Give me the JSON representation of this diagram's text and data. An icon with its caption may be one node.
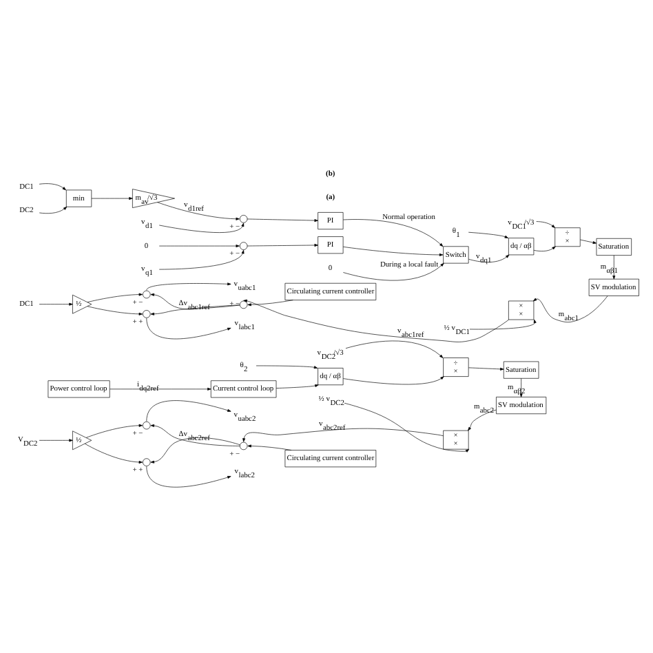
{
  "diagram": {
    "nodes": [
      {
        "text": [
          "min"
        ]
      },
      {
        "text": [
          "m$_{av}$/√3"
        ]
      },
      {
        "text": [],
        "shape": "circle",
        "beside": [
          "+",
          "−"
        ]
      },
      {
        "text": [
          "PI"
        ]
      },
      {
        "text": [],
        "shape": "circle",
        "beside": [
          "+",
          "−"
        ]
      },
      {
        "text": [
          "PI"
        ]
      },
      {
        "text": [
          "0"
        ]
      },
      {
        "text": [
          "Switch"
        ]
      },
      {
        "text": [
          "dq / αβ"
        ]
      },
      {
        "text": [
          "÷",
          "×"
        ]
      },
      {
        "text": [
          "Saturation"
        ]
      },
      {
        "text": [
          "SV modulation"
        ]
      },
      {
        "text": [
          "×",
          "×"
        ]
      },
      {
        "text": [
          "Circulating current controller"
        ]
      },
      {
        "text": [],
        "shape": "circle",
        "beside": [
          "+",
          "−"
        ]
      },
      {
        "text": [],
        "shape": "circle",
        "beside": [
          "+",
          "−"
        ]
      },
      {
        "text": [],
        "shape": "circle",
        "beside": [
          "+",
          "+"
        ]
      },
      {
        "text": [
          "½"
        ]
      },
      {
        "text": [
          "Power control loop"
        ]
      },
      {
        "text": [
          "Current control loop"
        ]
      },
      {
        "text": [
          "dq / αβ"
        ]
      },
      {
        "text": [
          "÷",
          "×"
        ]
      },
      {
        "text": [
          "Saturation"
        ]
      },
      {
        "text": [
          "SV modulation"
        ]
      },
      {
        "text": [
          "×",
          "×"
        ]
      },
      {
        "text": [
          "Circulating current controller"
        ]
      },
      {
        "text": [],
        "shape": "circle",
        "beside": [
          "+",
          "−"
        ]
      },
      {
        "text": [],
        "shape": "circle",
        "beside": [
          "+",
          "−"
        ]
      },
      {
        "text": [],
        "shape": "circle",
        "beside": [
          "+",
          "+"
        ]
      },
      {
        "text": [
          "½"
        ]
      },
      {
        "text": [
          "DC1"
        ]
      },
      {
        "text": [
          "DC2"
        ]
      },
      {
        "text": [
          "v$_{d1}$"
        ]
      },
      {
        "text": [
          "0"
        ]
      },
      {
        "text": [
          "v$_{q1}$"
        ]
      },
      {
        "text": [
          "θ$_{1}$"
        ]
      },
      {
        "text": [
          "v$_{DC1}$/√3"
        ]
      },
      {
        "text": [
          "½ v$_{DC1}$"
        ]
      },
      {
        "text": [
          "DC1"
        ]
      },
      {
        "text": [
          "v$_{uabc1}$"
        ]
      },
      {
        "text": [
          "v$_{labc1}$"
        ]
      },
      {
        "text": [
          "θ$_{2}$"
        ]
      },
      {
        "text": [
          "v$_{DC2}$/√3"
        ]
      },
      {
        "text": [
          "½ v$_{DC2}$"
        ]
      },
      {
        "text": [
          "V$_{DC2}$"
        ]
      },
      {
        "text": [
          "v$_{uabc2}$"
        ]
      },
      {
        "text": [
          "v$_{labc2}$"
        ]
      }
    ],
    "edges": [
      {
        "from": 30,
        "to": 0,
        "arrow": "to"
      },
      {
        "from": 31,
        "to": 0,
        "arrow": "to"
      },
      {
        "from": 0,
        "to": 1,
        "arrow": "to"
      },
      {
        "from": 1,
        "to": 2,
        "arrow": "to",
        "label": "v$_{d1ref}$"
      },
      {
        "from": 32,
        "to": 2,
        "arrow": "to"
      },
      {
        "from": 2,
        "to": 3,
        "arrow": "to"
      },
      {
        "from": 33,
        "to": 4,
        "arrow": "to"
      },
      {
        "from": 34,
        "to": 4,
        "arrow": "to"
      },
      {
        "from": 4,
        "to": 5,
        "arrow": "to"
      },
      {
        "from": 3,
        "to": 7,
        "arrow": "to",
        "label": "Normal operation"
      },
      {
        "from": 5,
        "to": 7,
        "arrow": "to"
      },
      {
        "from": 6,
        "to": 7,
        "arrow": "to",
        "label": "During a local fault"
      },
      {
        "from": 7,
        "to": 8,
        "arrow": "to",
        "label": "v$_{dq1}$"
      },
      {
        "from": 35,
        "to": 8,
        "arrow": "to"
      },
      {
        "from": 8,
        "to": 9,
        "arrow": "to"
      },
      {
        "from": 36,
        "to": 9,
        "arrow": "to"
      },
      {
        "from": 9,
        "to": 10,
        "arrow": "to"
      },
      {
        "from": 10,
        "to": 11,
        "arrow": "to",
        "label": "m$_{αβ1}$"
      },
      {
        "from": 11,
        "to": 12,
        "arrow": "to",
        "label": "m$_{abc1}$"
      },
      {
        "from": 37,
        "to": 12,
        "arrow": "to"
      },
      {
        "from": 12,
        "to": 14,
        "arrow": "to",
        "label": "v$_{abc1ref}$"
      },
      {
        "from": 13,
        "to": 14,
        "arrow": "to"
      },
      {
        "from": 14,
        "to": 15,
        "arrow": "to",
        "label": "Δv$_{abc1ref}$"
      },
      {
        "from": 14,
        "to": 16,
        "arrow": "to"
      },
      {
        "from": 38,
        "to": 17,
        "arrow": "to"
      },
      {
        "from": 17,
        "to": 15,
        "arrow": "to"
      },
      {
        "from": 17,
        "to": 16,
        "arrow": "to"
      },
      {
        "from": 15,
        "to": 39,
        "arrow": "to"
      },
      {
        "from": 16,
        "to": 40,
        "arrow": "to"
      },
      {
        "from": 18,
        "to": 19,
        "arrow": "to",
        "label": "i$_{dq2ref}$"
      },
      {
        "from": 19,
        "to": 20,
        "arrow": "to"
      },
      {
        "from": 41,
        "to": 20,
        "arrow": "to"
      },
      {
        "from": 20,
        "to": 21,
        "arrow": "to"
      },
      {
        "from": 42,
        "to": 21,
        "arrow": "to"
      },
      {
        "from": 21,
        "to": 22,
        "arrow": "to"
      },
      {
        "from": 22,
        "to": 23,
        "arrow": "to",
        "label": "m$_{αβ2}$"
      },
      {
        "from": 23,
        "to": 24,
        "arrow": "to",
        "label": "m$_{abc2}$"
      },
      {
        "from": 43,
        "to": 24,
        "arrow": "to"
      },
      {
        "from": 24,
        "to": 26,
        "arrow": "to",
        "label": "v$_{abc2ref}$"
      },
      {
        "from": 25,
        "to": 26,
        "arrow": "to"
      },
      {
        "from": 26,
        "to": 27,
        "arrow": "to",
        "label": "Δv$_{abc2ref}$"
      },
      {
        "from": 26,
        "to": 28,
        "arrow": "to"
      },
      {
        "from": 44,
        "to": 29,
        "arrow": "to"
      },
      {
        "from": 29,
        "to": 27,
        "arrow": "to"
      },
      {
        "from": 29,
        "to": 28,
        "arrow": "to"
      },
      {
        "from": 27,
        "to": 45,
        "arrow": "to"
      },
      {
        "from": 28,
        "to": 46,
        "arrow": "to"
      }
    ],
    "labels": [
      "(a)",
      "(b)"
    ]
  }
}
